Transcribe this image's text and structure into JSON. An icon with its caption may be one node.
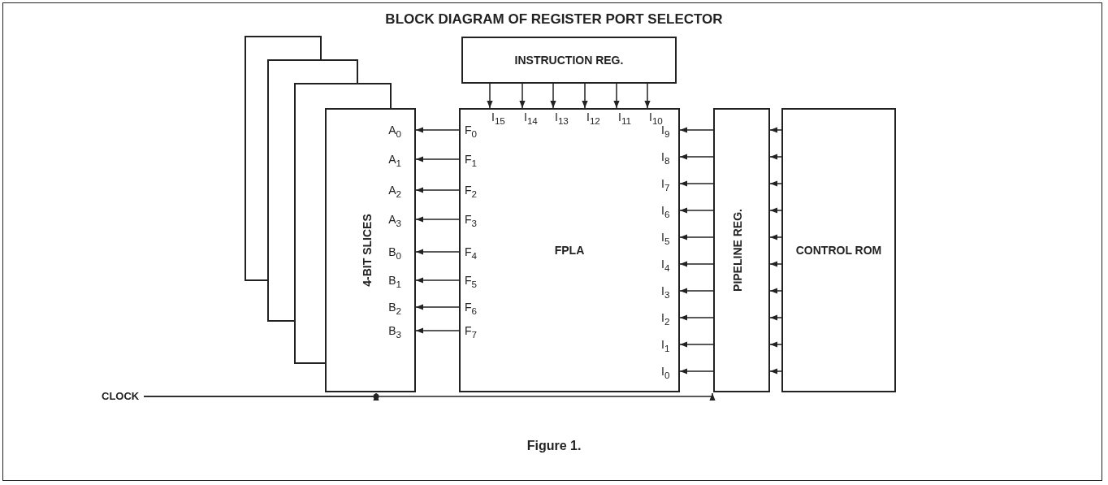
{
  "diagram": {
    "title": "BLOCK DIAGRAM OF REGISTER PORT SELECTOR",
    "caption": "Figure 1.",
    "nodes": [
      {
        "text": [],
        "shape": "box"
      },
      {
        "text": [],
        "shape": "box"
      },
      {
        "text": [],
        "shape": "box"
      },
      {
        "text": [
          "4-BIT SLICES"
        ]
      },
      {
        "text": [
          "INSTRUCTION REG."
        ]
      },
      {
        "text": [
          "FPLA"
        ]
      },
      {
        "text": [
          "PIPELINE REG."
        ]
      },
      {
        "text": [
          "CONTROL ROM"
        ]
      },
      {
        "text": [
          "CLOCK"
        ]
      }
    ],
    "edges": [
      {
        "from": 5,
        "to": 3,
        "arrow": "to"
      },
      {
        "from": 5,
        "to": 3,
        "arrow": "to"
      },
      {
        "from": 5,
        "to": 3,
        "arrow": "to"
      },
      {
        "from": 5,
        "to": 3,
        "arrow": "to"
      },
      {
        "from": 5,
        "to": 3,
        "arrow": "to"
      },
      {
        "from": 5,
        "to": 3,
        "arrow": "to"
      },
      {
        "from": 5,
        "to": 3,
        "arrow": "to"
      },
      {
        "from": 5,
        "to": 3,
        "arrow": "to"
      },
      {
        "from": 4,
        "to": 5,
        "arrow": "to"
      },
      {
        "from": 4,
        "to": 5,
        "arrow": "to"
      },
      {
        "from": 4,
        "to": 5,
        "arrow": "to"
      },
      {
        "from": 4,
        "to": 5,
        "arrow": "to"
      },
      {
        "from": 4,
        "to": 5,
        "arrow": "to"
      },
      {
        "from": 4,
        "to": 5,
        "arrow": "to"
      },
      {
        "from": 6,
        "to": 5,
        "arrow": "to"
      },
      {
        "from": 6,
        "to": 5,
        "arrow": "to"
      },
      {
        "from": 6,
        "to": 5,
        "arrow": "to"
      },
      {
        "from": 6,
        "to": 5,
        "arrow": "to"
      },
      {
        "from": 6,
        "to": 5,
        "arrow": "to"
      },
      {
        "from": 6,
        "to": 5,
        "arrow": "to"
      },
      {
        "from": 6,
        "to": 5,
        "arrow": "to"
      },
      {
        "from": 6,
        "to": 5,
        "arrow": "to"
      },
      {
        "from": 6,
        "to": 5,
        "arrow": "to"
      },
      {
        "from": 6,
        "to": 5,
        "arrow": "to"
      },
      {
        "from": 7,
        "to": 6,
        "arrow": "to"
      },
      {
        "from": 7,
        "to": 6,
        "arrow": "to"
      },
      {
        "from": 7,
        "to": 6,
        "arrow": "to"
      },
      {
        "from": 7,
        "to": 6,
        "arrow": "to"
      },
      {
        "from": 7,
        "to": 6,
        "arrow": "to"
      },
      {
        "from": 7,
        "to": 6,
        "arrow": "to"
      },
      {
        "from": 7,
        "to": 6,
        "arrow": "to"
      },
      {
        "from": 7,
        "to": 6,
        "arrow": "to"
      },
      {
        "from": 7,
        "to": 6,
        "arrow": "to"
      },
      {
        "from": 7,
        "to": 6,
        "arrow": "to"
      },
      {
        "from": 8,
        "to": 3,
        "arrow": "to"
      },
      {
        "from": 8,
        "to": 6,
        "arrow": "to"
      }
    ],
    "labels": [
      "A$_{0}$",
      "A$_{1}$",
      "A$_{2}$",
      "A$_{3}$",
      "B$_{0}$",
      "B$_{1}$",
      "B$_{2}$",
      "B$_{3}$",
      "F$_{0}$",
      "F$_{1}$",
      "F$_{2}$",
      "F$_{3}$",
      "F$_{4}$",
      "F$_{5}$",
      "F$_{6}$",
      "F$_{7}$",
      "I$_{15}$",
      "I$_{14}$",
      "I$_{13}$",
      "I$_{12}$",
      "I$_{11}$",
      "I$_{10}$",
      "I$_{9}$",
      "I$_{8}$",
      "I$_{7}$",
      "I$_{6}$",
      "I$_{5}$",
      "I$_{4}$",
      "I$_{3}$",
      "I$_{2}$",
      "I$_{1}$",
      "I$_{0}$"
    ]
  }
}
